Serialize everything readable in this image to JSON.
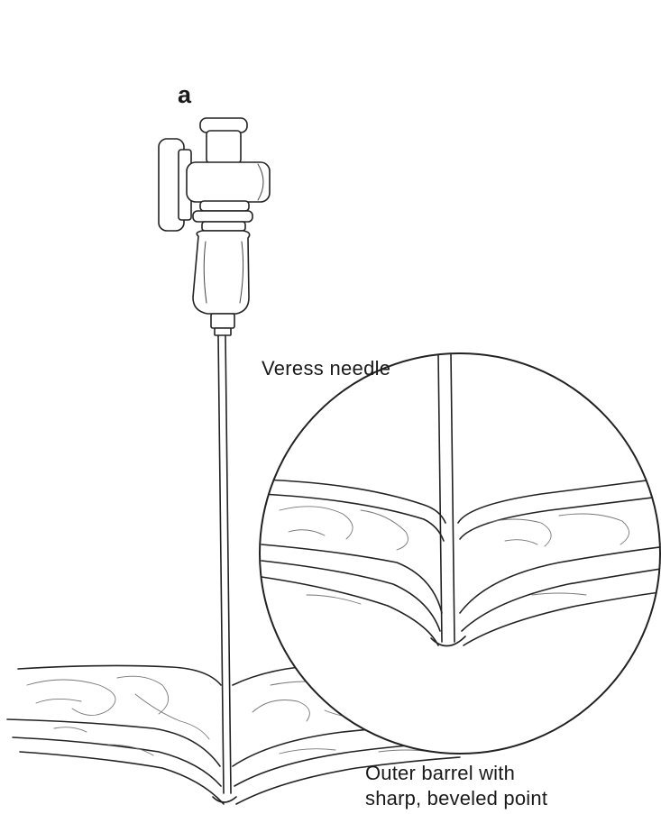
{
  "figure": {
    "panel_letter": "a",
    "labels": {
      "needle": "Veress needle",
      "barrel_line1": "Outer barrel with",
      "barrel_line2": "sharp, beveled point"
    }
  }
}
